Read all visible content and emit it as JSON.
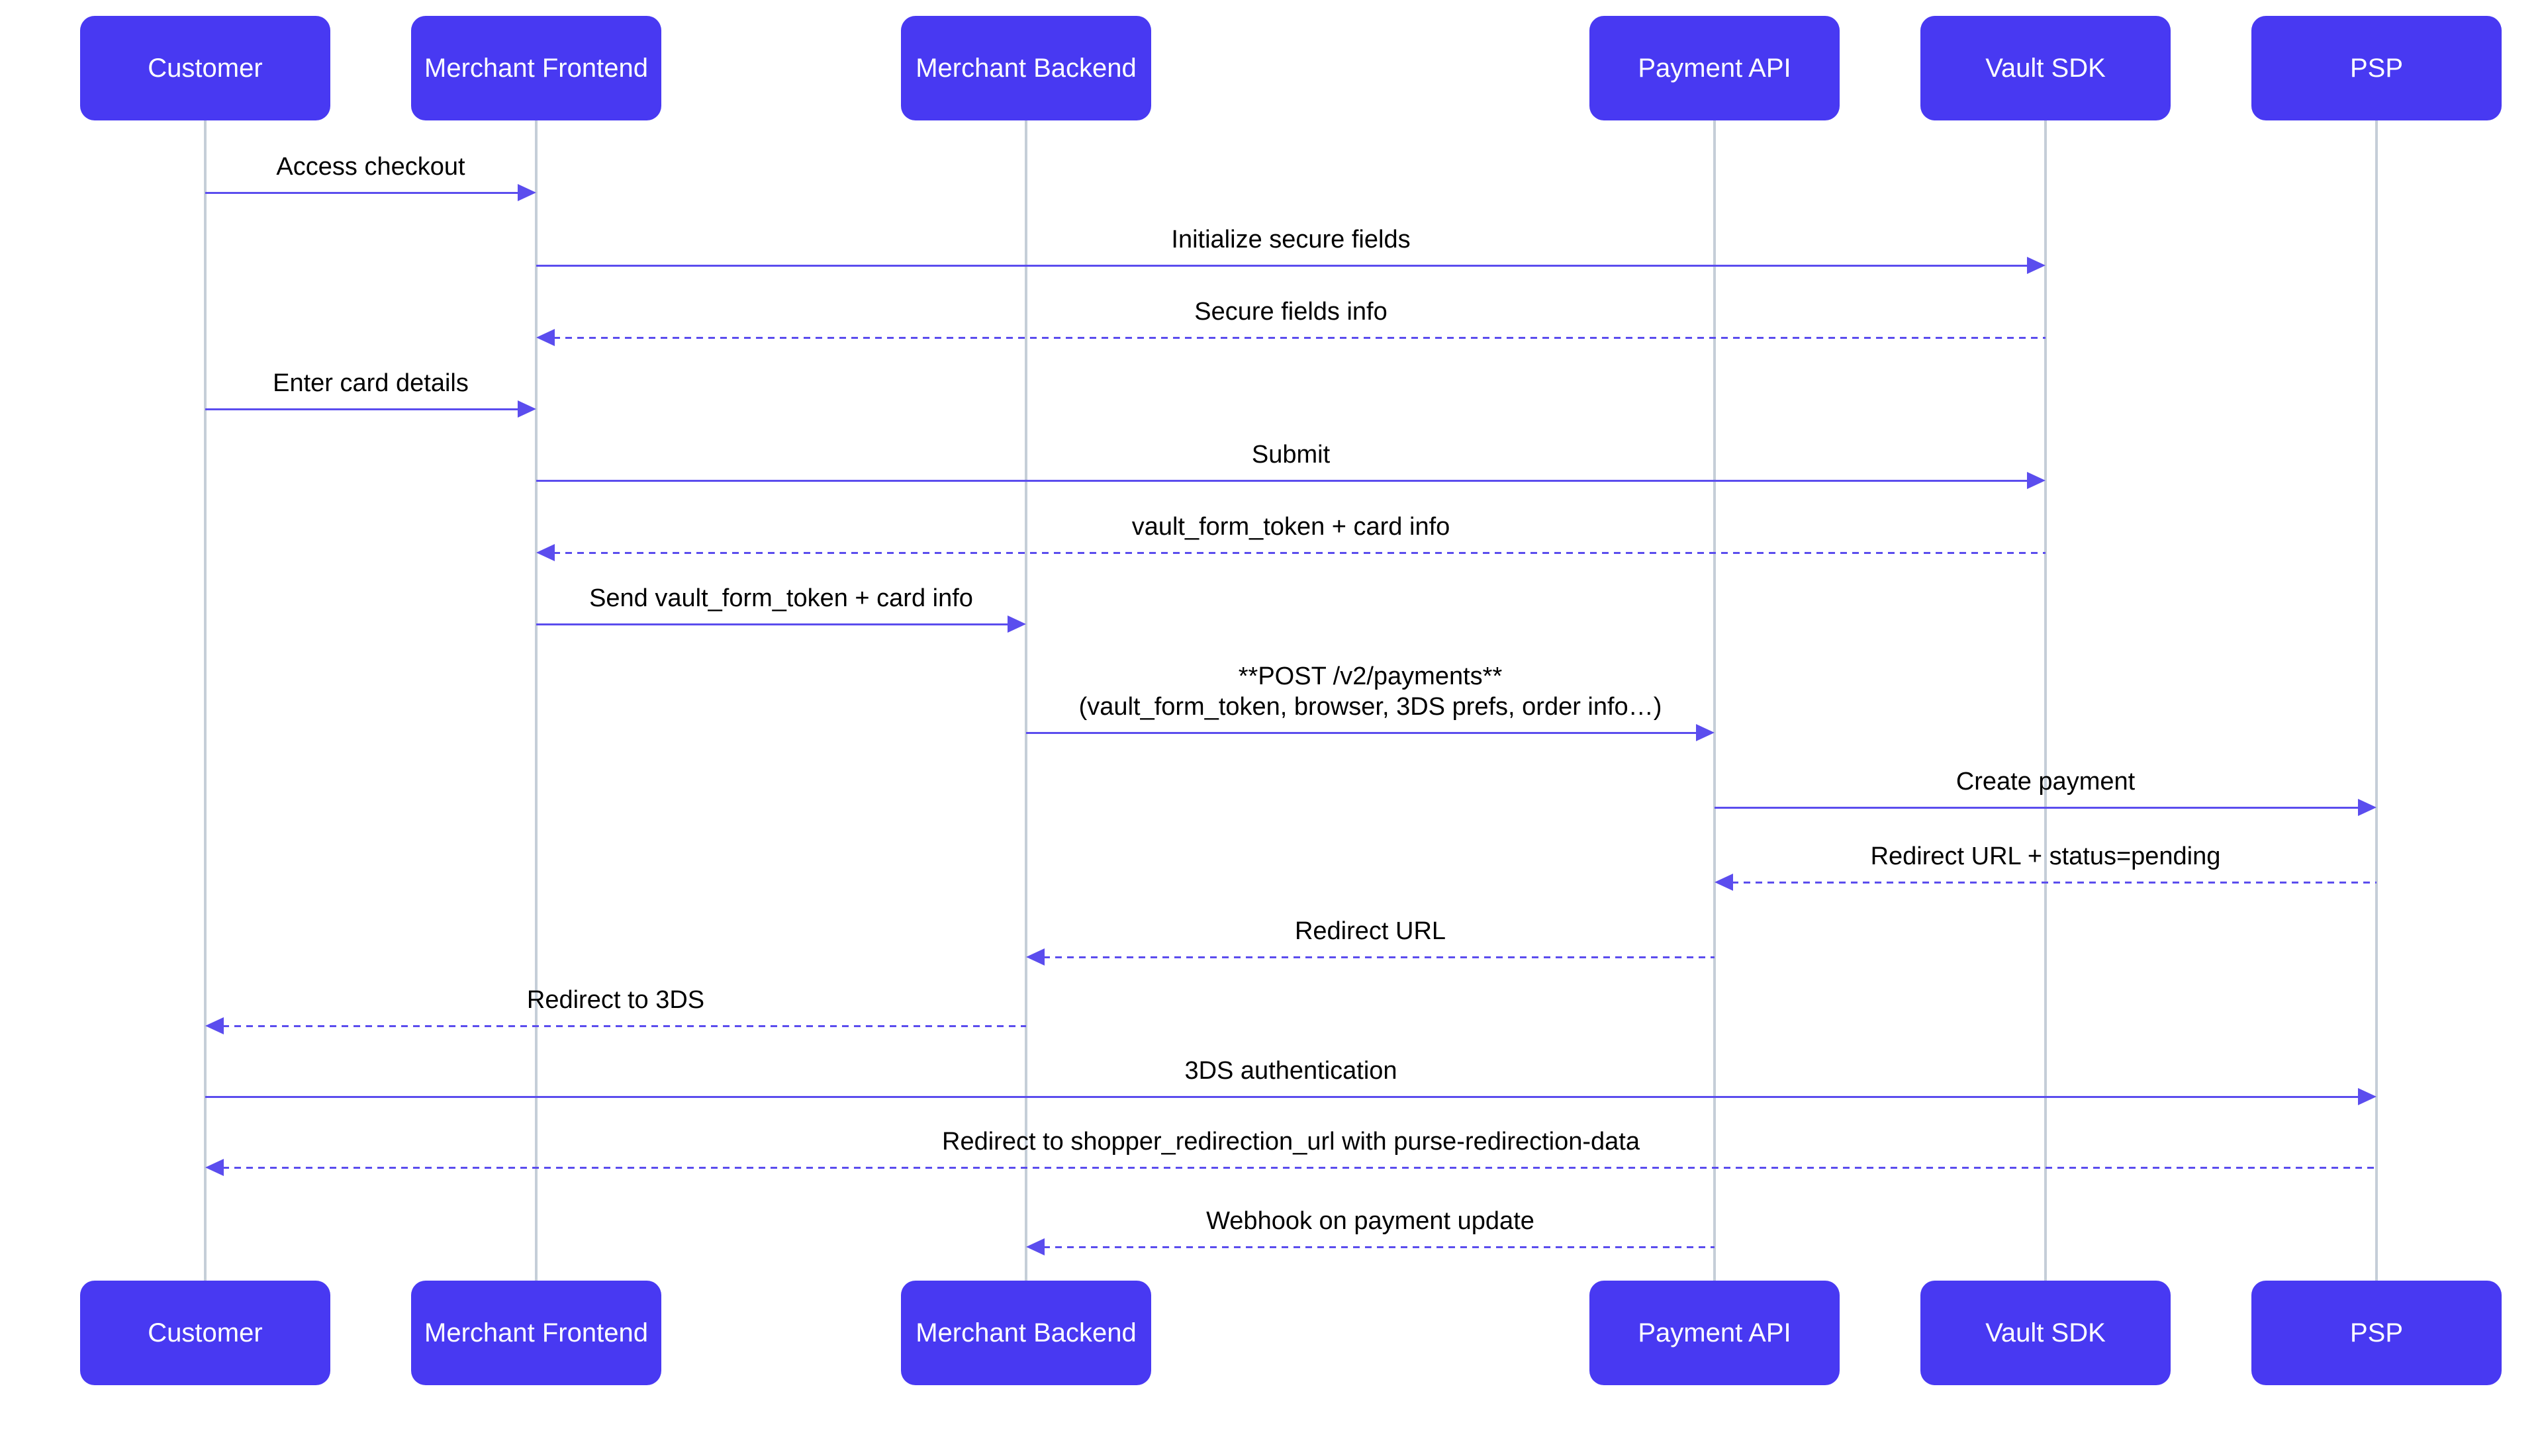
{
  "diagram": {
    "type": "sequence-diagram",
    "colors": {
      "actor_fill": "#4839f2",
      "actor_text": "#ffffff",
      "arrow": "#5b4dee",
      "lifeline": "#c5ced8",
      "message_text": "#000000",
      "background": "#ffffff"
    },
    "participants": [
      {
        "id": "customer",
        "label": "Customer"
      },
      {
        "id": "merchant-frontend",
        "label": "Merchant Frontend"
      },
      {
        "id": "merchant-backend",
        "label": "Merchant Backend"
      },
      {
        "id": "payment-api",
        "label": "Payment API"
      },
      {
        "id": "vault-sdk",
        "label": "Vault SDK"
      },
      {
        "id": "psp",
        "label": "PSP"
      }
    ],
    "messages": [
      {
        "from": "Customer",
        "to": "Merchant Frontend",
        "line": "solid",
        "label": "Access checkout"
      },
      {
        "from": "Merchant Frontend",
        "to": "Vault SDK",
        "line": "solid",
        "label": "Initialize secure fields"
      },
      {
        "from": "Vault SDK",
        "to": "Merchant Frontend",
        "line": "dashed",
        "label": "Secure fields info"
      },
      {
        "from": "Customer",
        "to": "Merchant Frontend",
        "line": "solid",
        "label": "Enter card details"
      },
      {
        "from": "Merchant Frontend",
        "to": "Vault SDK",
        "line": "solid",
        "label": "Submit"
      },
      {
        "from": "Vault SDK",
        "to": "Merchant Frontend",
        "line": "dashed",
        "label": "vault_form_token + card info"
      },
      {
        "from": "Merchant Frontend",
        "to": "Merchant Backend",
        "line": "solid",
        "label": "Send vault_form_token + card info"
      },
      {
        "from": "Merchant Backend",
        "to": "Payment API",
        "line": "solid",
        "label": "**POST /v2/payments**",
        "label2": "(vault_form_token, browser, 3DS prefs, order info…)"
      },
      {
        "from": "Payment API",
        "to": "PSP",
        "line": "solid",
        "label": "Create payment"
      },
      {
        "from": "PSP",
        "to": "Payment API",
        "line": "dashed",
        "label": "Redirect URL + status=pending"
      },
      {
        "from": "Payment API",
        "to": "Merchant Backend",
        "line": "dashed",
        "label": "Redirect URL"
      },
      {
        "from": "Merchant Backend",
        "to": "Customer",
        "line": "dashed",
        "label": "Redirect to 3DS"
      },
      {
        "from": "Customer",
        "to": "PSP",
        "line": "solid",
        "label": "3DS authentication"
      },
      {
        "from": "PSP",
        "to": "Customer",
        "line": "dashed",
        "label": "Redirect to shopper_redirection_url with purse-redirection-data"
      },
      {
        "from": "Payment API",
        "to": "Merchant Backend",
        "line": "dashed",
        "label": "Webhook on payment update"
      }
    ]
  }
}
